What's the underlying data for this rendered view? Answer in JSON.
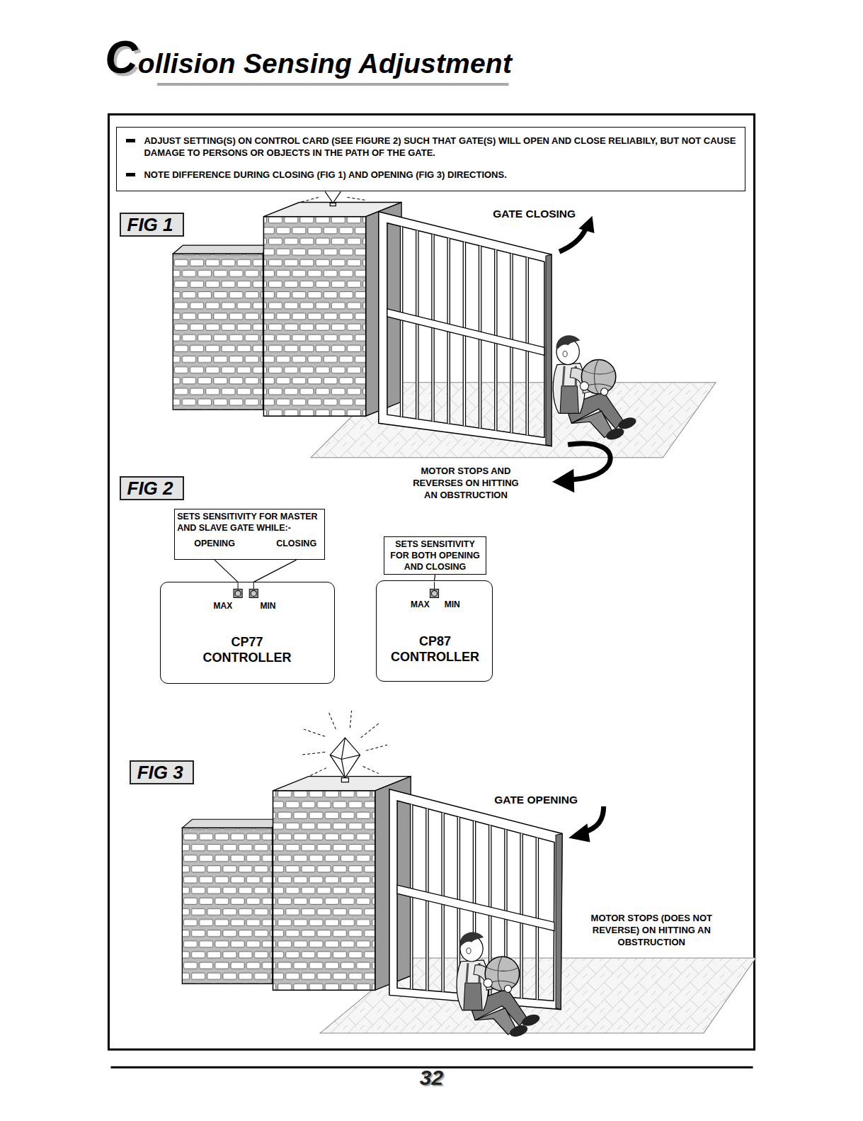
{
  "diagram": {
    "title": "Collision Sensing Adjustment",
    "nodes": [
      {
        "text": [
          "ADJUST SETTING(S) ON CONTROL CARD (SEE FIGURE 2) SUCH THAT GATE(S) WILL OPEN AND CLOSE RELIABILY, BUT NOT CAUSE DAMAGE TO PERSONS OR OBJECTS IN THE PATH OF THE GATE.",
          "NOTE DIFFERENCE DURING CLOSING (FIG 1) AND OPENING (FIG 3) DIRECTIONS."
        ]
      },
      {
        "text": [
          "FIG 1"
        ]
      },
      {
        "text": [
          "FIG 2"
        ]
      },
      {
        "text": [
          "SETS SENSITIVITY FOR MASTER AND SLAVE GATE WHILE:-",
          "OPENING",
          "CLOSING"
        ]
      },
      {
        "text": [
          "MAX",
          "MIN",
          "CP77 CONTROLLER"
        ]
      },
      {
        "text": [
          "SETS SENSITIVITY FOR BOTH OPENING AND CLOSING"
        ]
      },
      {
        "text": [
          "MAX",
          "MIN",
          "CP87 CONTROLLER"
        ]
      },
      {
        "text": [
          "FIG 3"
        ]
      }
    ],
    "edges": [
      {
        "from": 3,
        "to": 4,
        "arrow": "none"
      },
      {
        "from": 3,
        "to": 4,
        "arrow": "none"
      },
      {
        "from": 5,
        "to": 6,
        "arrow": "none"
      }
    ],
    "labels": [
      "GATE CLOSING",
      "MOTOR STOPS AND REVERSES ON HITTING AN OBSTRUCTION",
      "GATE OPENING",
      "MOTOR STOPS (DOES NOT REVERSE) ON HITTING AN OBSTRUCTION",
      "32"
    ]
  }
}
